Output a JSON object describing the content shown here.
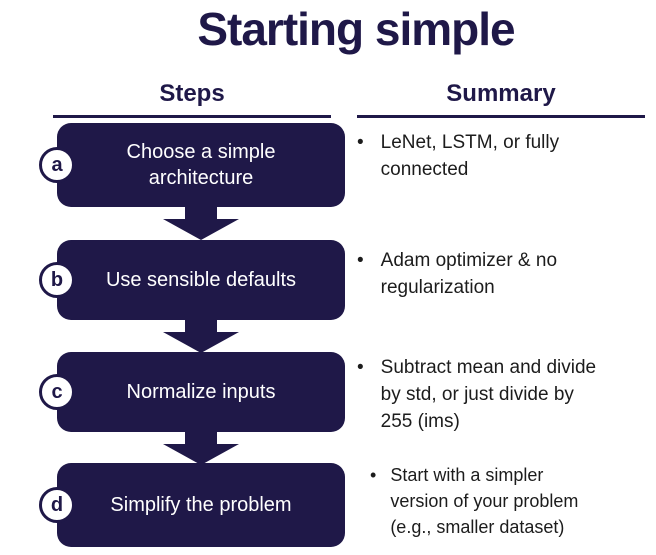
{
  "title": "Starting simple",
  "headers": {
    "steps": "Steps",
    "summary": "Summary"
  },
  "steps": [
    {
      "letter": "a",
      "label": "Choose a simple architecture",
      "summary": "LeNet, LSTM, or fully connected"
    },
    {
      "letter": "b",
      "label": "Use sensible defaults",
      "summary": "Adam optimizer & no regularization"
    },
    {
      "letter": "c",
      "label": "Normalize inputs",
      "summary": "Subtract mean and divide by std, or just divide by 255 (ims)"
    },
    {
      "letter": "d",
      "label": "Simplify the problem",
      "summary": "Start with a simpler version of your problem (e.g., smaller dataset)"
    }
  ],
  "icons": {
    "connector": "down-arrow-icon",
    "bullet": "•"
  },
  "colors": {
    "navy": "#1f1848",
    "summary_text": "#1c1c1c",
    "box_text": "#ffffff",
    "background": "#ffffff"
  }
}
